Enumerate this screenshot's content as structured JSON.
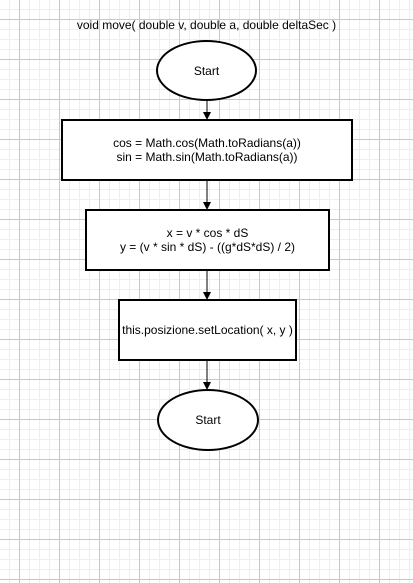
{
  "diagram": {
    "title": "void move( double v, double a, double deltaSec )",
    "colors": {
      "stroke": "#000000",
      "fill": "#ffffff",
      "grid_major": "#c8c8c8",
      "grid_minor": "#eeeeee"
    },
    "nodes": {
      "start": {
        "shape": "ellipse",
        "label": "Start"
      },
      "trig": {
        "shape": "rectangle",
        "lines": [
          "cos = Math.cos(Math.toRadians(a))",
          "sin = Math.sin(Math.toRadians(a))"
        ]
      },
      "position": {
        "shape": "rectangle",
        "lines": [
          "x = v * cos * dS",
          "y = (v * sin * dS) - ((g*dS*dS) / 2)"
        ]
      },
      "set_location": {
        "shape": "rectangle",
        "label": "this.posizione.setLocation( x, y )"
      },
      "end": {
        "shape": "ellipse",
        "label": "Start"
      }
    },
    "edges": [
      {
        "from": "start",
        "to": "trig"
      },
      {
        "from": "trig",
        "to": "position"
      },
      {
        "from": "position",
        "to": "set_location"
      },
      {
        "from": "set_location",
        "to": "end"
      }
    ]
  }
}
